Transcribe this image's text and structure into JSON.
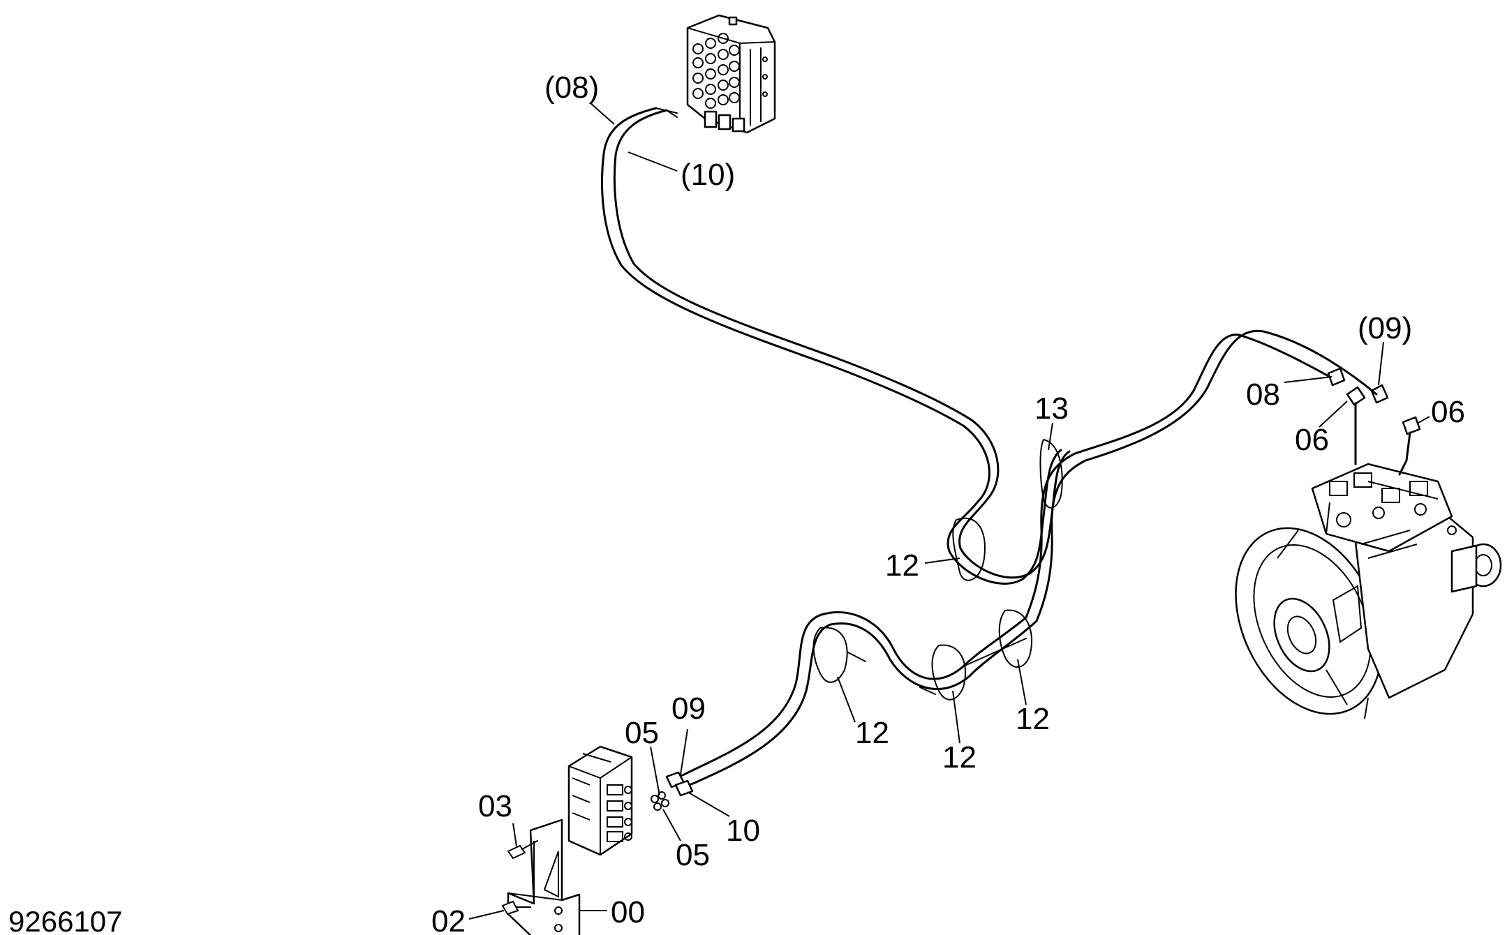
{
  "figure_number": "9266107",
  "callouts": {
    "hose_08_ref": "(08)",
    "hose_10_ref": "(10)",
    "fitting_09_ref": "(09)",
    "fitting_08": "08",
    "elbow_06_left": "06",
    "elbow_06_right": "06",
    "clamp_13": "13",
    "clamp_12_upper": "12",
    "clamp_12_loop": "12",
    "clamp_12_low_left": "12",
    "clamp_12_low_right": "12",
    "hose_09": "09",
    "nipple_05_upper": "05",
    "nipple_05_lower": "05",
    "hose_10": "10",
    "bolt_03": "03",
    "bolt_02": "02",
    "bracket_00": "00"
  }
}
